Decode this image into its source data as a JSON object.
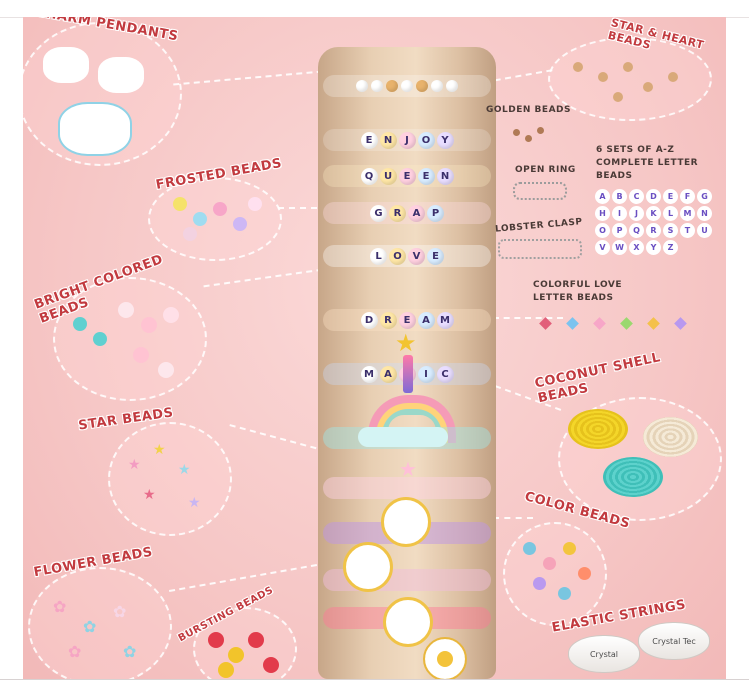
{
  "image": {
    "scene": "Unicorn charm bracelet kit product photo",
    "colors": {
      "background": "#f6c7c6",
      "label_red": "#c23a3f",
      "wood": "#e8cfb3"
    }
  },
  "labels": {
    "charm_pendants": "CHARM PENDANTS",
    "star_heart_beads": "STAR & HEART BEADS",
    "frosted_beads": "FROSTED BEADS",
    "golden_beads": "GOLDEN BEADS",
    "open_ring": "OPEN RING",
    "lobster_clasp": "LOBSTER CLASP",
    "letter_sets": "6 SETS OF A-Z COMPLETE LETTER BEADS",
    "bright_colored_beads": "BRIGHT COLORED BEADS",
    "colorful_love": "COLORFUL LOVE LETTER BEADS",
    "coconut_shell_beads": "COCONUT SHELL BEADS",
    "star_beads": "STAR BEADS",
    "color_beads": "COLOR BEADS",
    "flower_beads": "FLOWER BEADS",
    "bursting_beads": "BURSTING BEADS",
    "elastic_strings": "ELASTIC STRINGS"
  },
  "bracelet_words": [
    "ENJOY",
    "QUEEN",
    "GRAP",
    "LOVE",
    "DREAM",
    "MAGIC"
  ],
  "letter_beads": [
    "A",
    "B",
    "C",
    "D",
    "E",
    "F",
    "G",
    "H",
    "I",
    "J",
    "K",
    "L",
    "M",
    "N",
    "O",
    "P",
    "Q",
    "R",
    "S",
    "T",
    "U",
    "V",
    "W",
    "X",
    "Y",
    "Z"
  ],
  "spool_labels": [
    "Crystal",
    "Crystal Tec"
  ]
}
